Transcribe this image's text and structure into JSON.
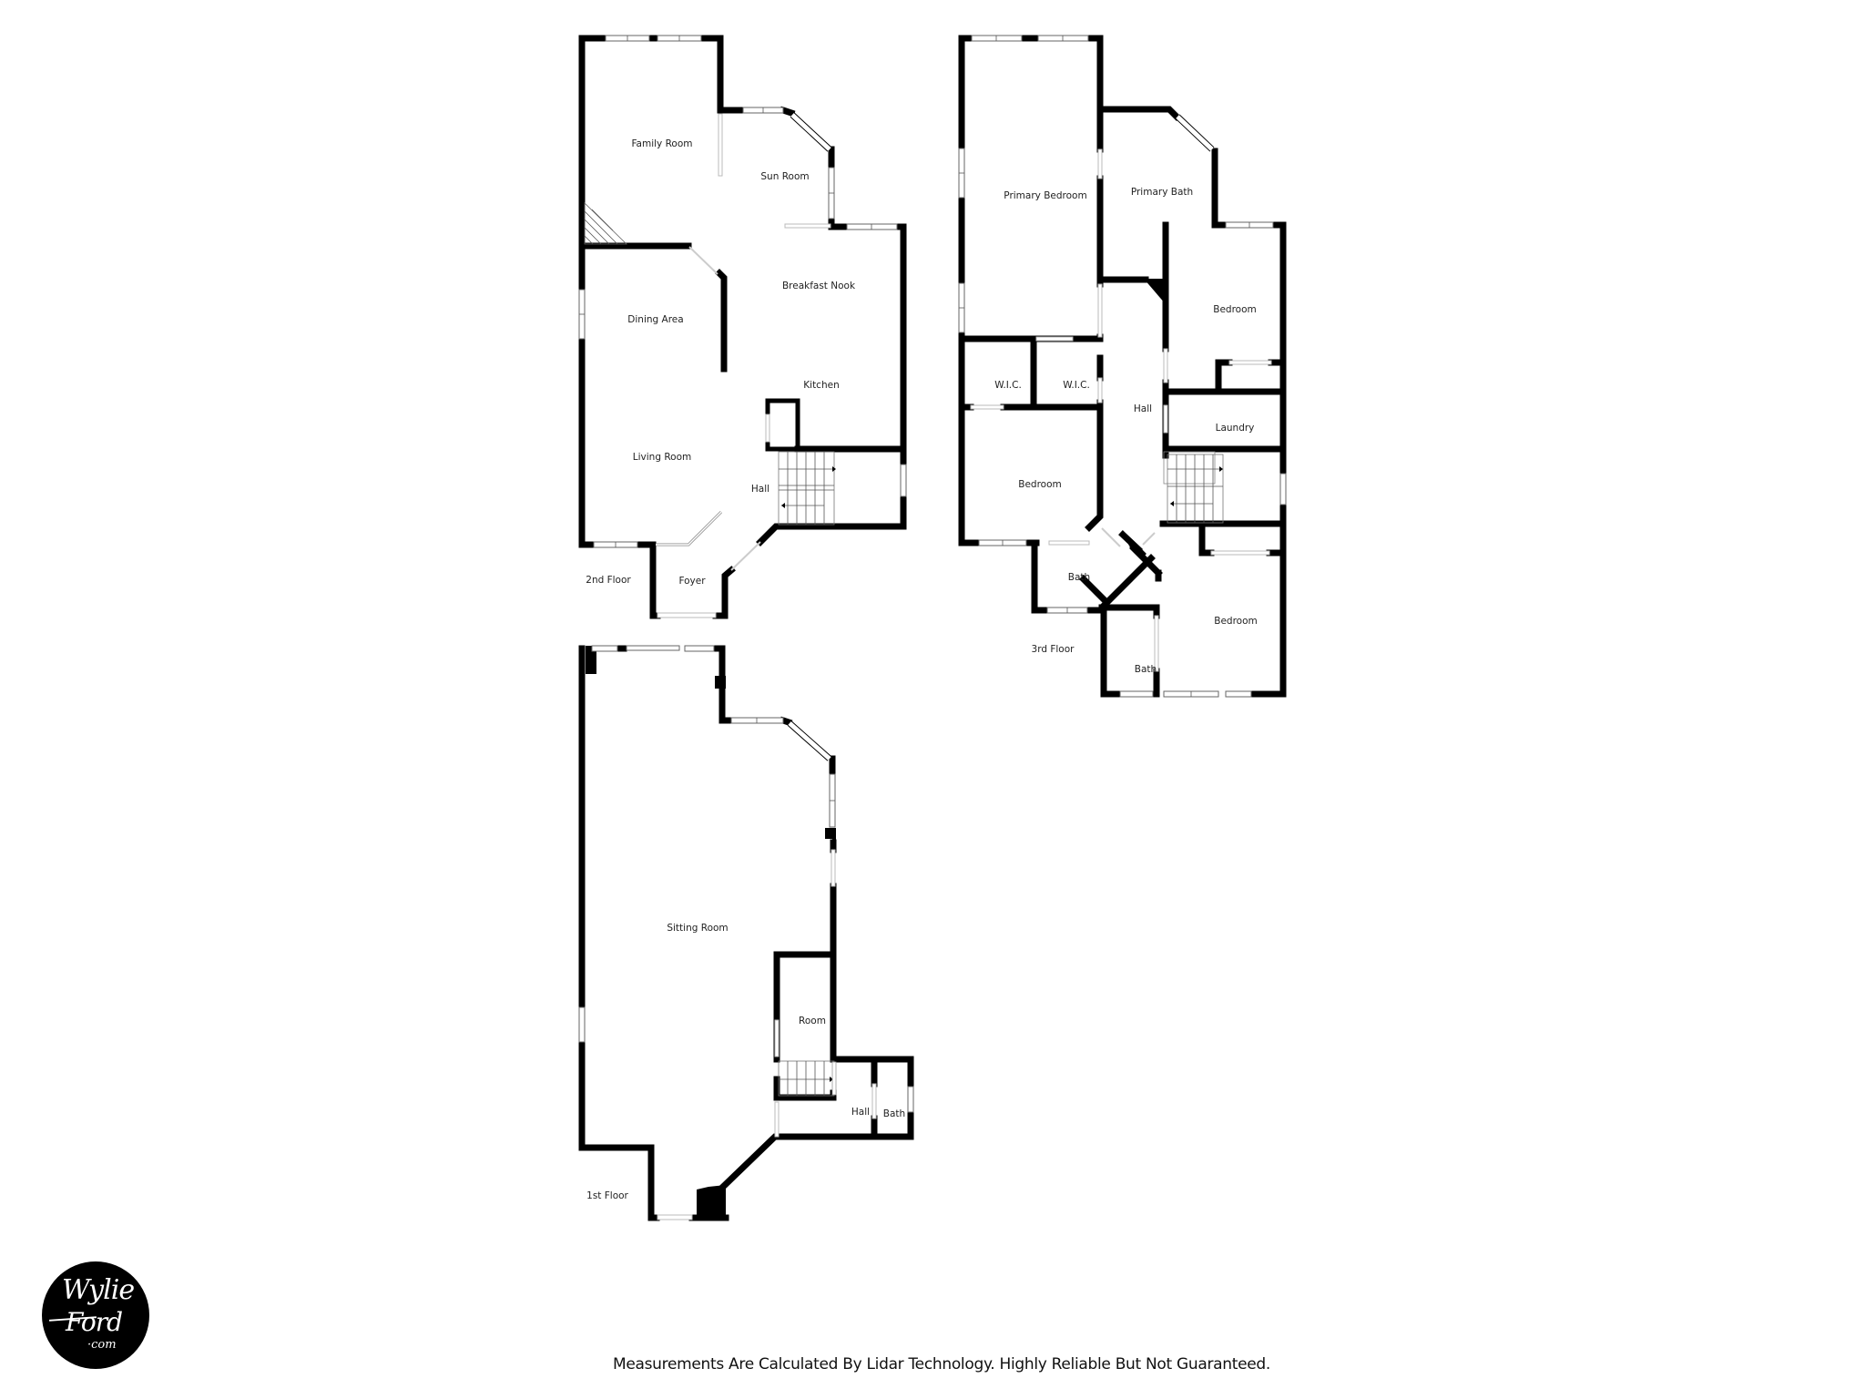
{
  "colors": {
    "background": "#ffffff",
    "wall": "#000000",
    "window": "#ffffff",
    "text": "#222222"
  },
  "floors": [
    {
      "id": "2nd",
      "label": "2nd Floor",
      "rooms": [
        {
          "name": "Family Room"
        },
        {
          "name": "Sun Room"
        },
        {
          "name": "Breakfast Nook"
        },
        {
          "name": "Dining Area"
        },
        {
          "name": "Kitchen"
        },
        {
          "name": "Living Room"
        },
        {
          "name": "Hall"
        },
        {
          "name": "Foyer"
        }
      ]
    },
    {
      "id": "3rd",
      "label": "3rd Floor",
      "rooms": [
        {
          "name": "Primary Bedroom"
        },
        {
          "name": "Primary Bath"
        },
        {
          "name": "Bedroom"
        },
        {
          "name": "W.I.C."
        },
        {
          "name": "W.I.C."
        },
        {
          "name": "Hall"
        },
        {
          "name": "Laundry"
        },
        {
          "name": "Bedroom"
        },
        {
          "name": "Bath"
        },
        {
          "name": "Bedroom"
        },
        {
          "name": "Bath"
        }
      ]
    },
    {
      "id": "1st",
      "label": "1st Floor",
      "rooms": [
        {
          "name": "Sitting Room"
        },
        {
          "name": "Room"
        },
        {
          "name": "Hall"
        },
        {
          "name": "Bath"
        }
      ]
    }
  ],
  "logo": {
    "line1": "Wylie",
    "line2": "Ford",
    "line3": "·com"
  },
  "footer": {
    "disclaimer": "Measurements Are Calculated By Lidar Technology. Highly Reliable But Not Guaranteed."
  }
}
